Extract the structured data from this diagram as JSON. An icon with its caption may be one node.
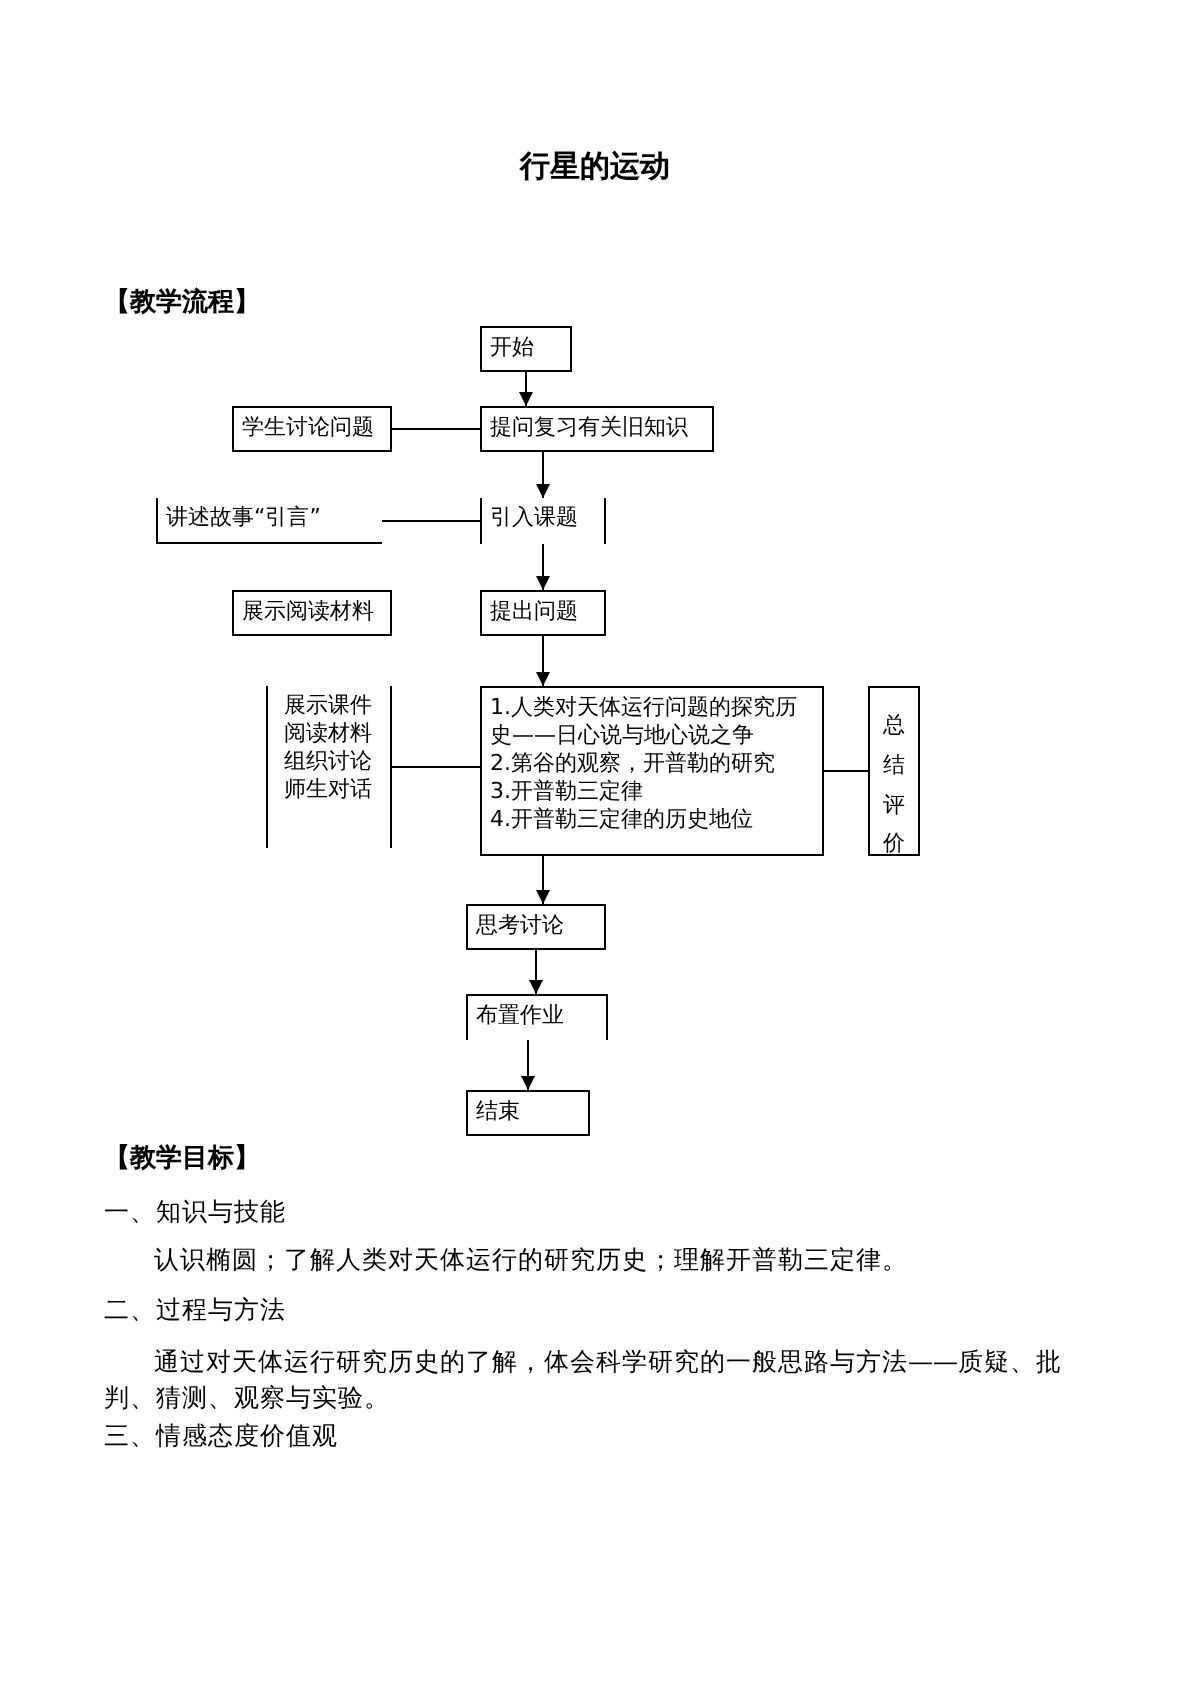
{
  "diagram": {
    "title": "行星的运动",
    "nodes": [
      {
        "text": [
          "开始"
        ]
      },
      {
        "text": [
          "学生讨论问题"
        ]
      },
      {
        "text": [
          "提问复习有关旧知识"
        ]
      },
      {
        "text": [
          "讲述故事“引言”"
        ]
      },
      {
        "text": [
          "引入课题"
        ]
      },
      {
        "text": [
          "展示阅读材料"
        ]
      },
      {
        "text": [
          "提出问题"
        ]
      },
      {
        "text": [
          "展示课件",
          "阅读材料",
          "组织讨论",
          "师生对话"
        ]
      },
      {
        "text": [
          "1.人类对天体运行问题的探究历史——日心说与地心说之争",
          "2.第谷的观察，开普勒的研究",
          "3.开普勒三定律",
          "4.开普勒三定律的历史地位"
        ]
      },
      {
        "text": [
          "总结评价"
        ]
      },
      {
        "text": [
          "思考讨论"
        ]
      },
      {
        "text": [
          "布置作业"
        ]
      },
      {
        "text": [
          "结束"
        ]
      }
    ],
    "edges": [
      {
        "from": 0,
        "to": 2,
        "arrow": "to"
      },
      {
        "from": 1,
        "to": 2,
        "arrow": "none"
      },
      {
        "from": 2,
        "to": 4,
        "arrow": "to"
      },
      {
        "from": 3,
        "to": 4,
        "arrow": "none"
      },
      {
        "from": 4,
        "to": 6,
        "arrow": "to"
      },
      {
        "from": 6,
        "to": 8,
        "arrow": "to"
      },
      {
        "from": 7,
        "to": 8,
        "arrow": "none"
      },
      {
        "from": 8,
        "to": 9,
        "arrow": "none"
      },
      {
        "from": 8,
        "to": 10,
        "arrow": "to"
      },
      {
        "from": 10,
        "to": 11,
        "arrow": "to"
      },
      {
        "from": 11,
        "to": 12,
        "arrow": "to"
      }
    ],
    "labels": [
      "【教学流程】",
      "【教学目标】",
      "一、知识与技能",
      "认识椭圆；了解人类对天体运行的研究历史；理解开普勒三定律。",
      "二、过程与方法",
      "通过对天体运行研究历史的了解，体会科学研究的一般思路与方法——质疑、批判、猜测、观察与实验。",
      "三、情感态度价值观"
    ]
  }
}
